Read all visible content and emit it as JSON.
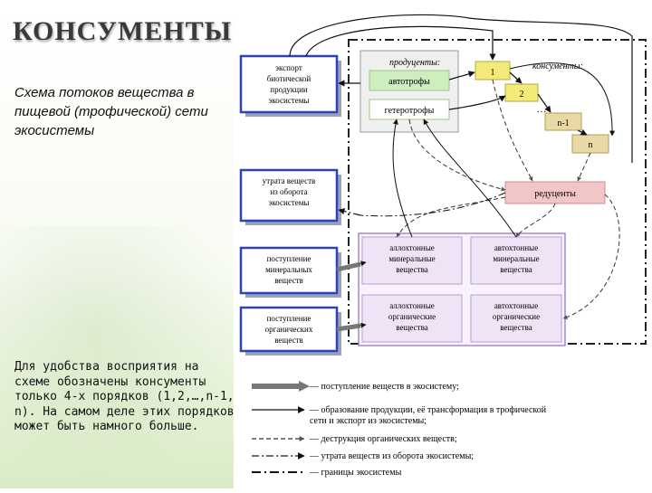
{
  "slide": {
    "title": "КОНСУМЕНТЫ",
    "subtitle": "Схема потоков вещества в пищевой (трофической) сети экосистемы",
    "note": "Для удобства восприятия на схеме обозначены консументы только 4-х порядков (1,2,…,n-1, n). На самом деле этих порядков может быть намного больше."
  },
  "diagram": {
    "left_boxes": [
      [
        "экспорт",
        "биотической",
        "продукции",
        "экосистемы"
      ],
      [
        "утрата веществ",
        "из оборота",
        "экосистемы"
      ],
      [
        "поступление",
        "минеральных",
        "веществ"
      ],
      [
        "поступление",
        "органических",
        "веществ"
      ]
    ],
    "producers_label": "продуценты:",
    "autotrophs": "автотрофы",
    "heterotrophs": "гетеротрофы",
    "consumers_label": "консументы:",
    "consumer_orders": [
      "1",
      "2",
      "n-1",
      "n"
    ],
    "ellipsis": "…",
    "reducers": "редуценты",
    "pools": [
      [
        "аллохтонные",
        "минеральные",
        "вещества"
      ],
      [
        "автохтонные",
        "минеральные",
        "вещества"
      ],
      [
        "аллохтонные",
        "органические",
        "вещества"
      ],
      [
        "автохтонные",
        "органические",
        "вещества"
      ]
    ],
    "legend": [
      "— поступление веществ в экосистему;",
      "— образование продукции, её трансформация в трофической",
      "сети и экспорт из экосистемы;",
      "— деструкция органических веществ;",
      "— утрата веществ из оборота экосистемы;",
      "— границы экосистемы"
    ]
  },
  "colors": {
    "left_box_border": "#2f3fbf",
    "producer_green": "#cfeec0",
    "consumer_yellow": "#f4ea7a",
    "consumer_tan": "#e8d9a6",
    "reducer_pink": "#f2c6c6",
    "pool_border": "#8a6fc8"
  }
}
